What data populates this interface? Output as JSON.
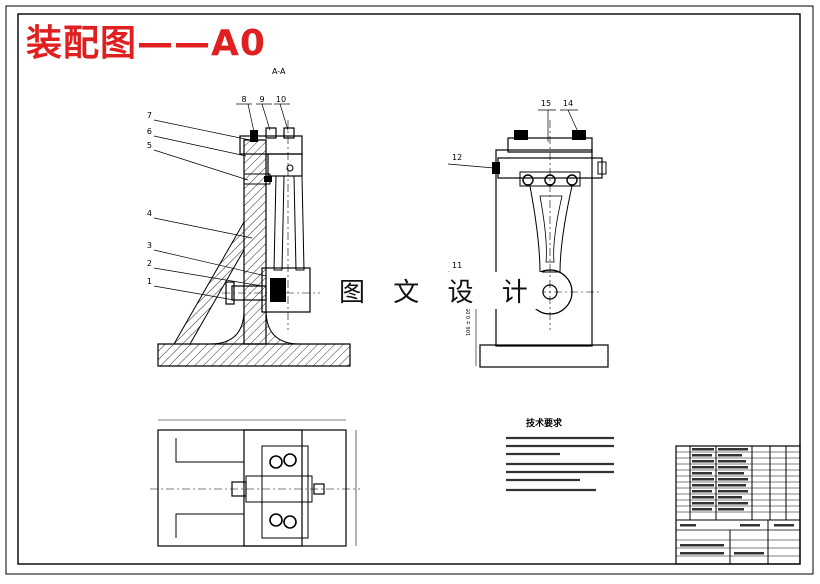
{
  "title": "装配图——A0",
  "watermark": "图 文 设 计",
  "section_label": "A-A",
  "callouts_left": [
    "7",
    "6",
    "5",
    "4",
    "3",
    "2",
    "1"
  ],
  "callouts_top": [
    "8",
    "9",
    "10"
  ],
  "callouts_right": [
    "15",
    "14",
    "12",
    "11"
  ],
  "tech_requirements": {
    "heading": "技术要求"
  },
  "colors": {
    "title": "#e02020",
    "line": "#000000"
  }
}
